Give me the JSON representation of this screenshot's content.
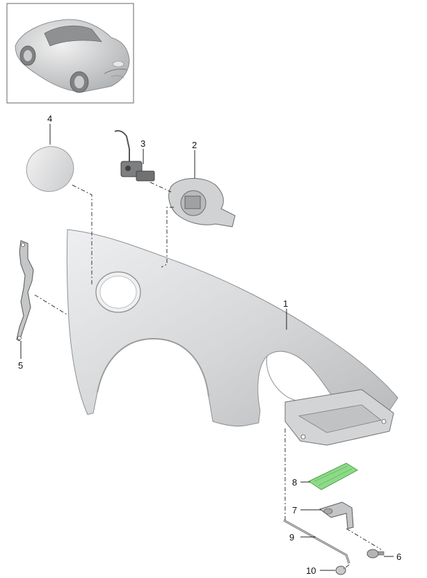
{
  "callouts": {
    "c1": "1",
    "c2": "2",
    "c3": "3",
    "c4": "4",
    "c5": "5",
    "c6": "6",
    "c7": "7",
    "c8": "8",
    "c9": "9",
    "c10": "10"
  },
  "colors": {
    "part_fill": "#d9dadb",
    "part_shade": "#b9bbbd",
    "highlight_part": "#8fd98a",
    "line": "#333333"
  }
}
